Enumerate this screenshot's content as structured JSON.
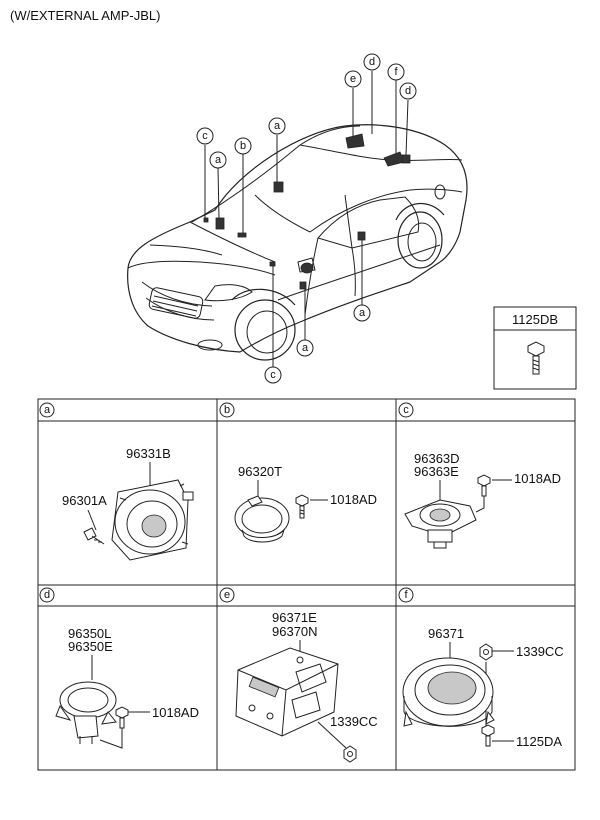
{
  "title": "(W/EXTERNAL AMP-JBL)",
  "vehicle_callouts": {
    "c_top": "c",
    "a_left": "a",
    "b": "b",
    "a_roof": "a",
    "e": "e",
    "d_top": "d",
    "f": "f",
    "d_right": "d",
    "a_door": "a",
    "a_bottom": "a",
    "c_bottom": "c"
  },
  "inset": {
    "part_number": "1125DB"
  },
  "panels": [
    {
      "letter": "a",
      "parts": [
        "96331B",
        "96301A"
      ]
    },
    {
      "letter": "b",
      "parts": [
        "96320T",
        "1018AD"
      ]
    },
    {
      "letter": "c",
      "parts": [
        "96363D",
        "96363E",
        "1018AD"
      ]
    },
    {
      "letter": "d",
      "parts": [
        "96350L",
        "96350E",
        "1018AD"
      ]
    },
    {
      "letter": "e",
      "parts": [
        "96371E",
        "96370N",
        "1339CC"
      ]
    },
    {
      "letter": "f",
      "parts": [
        "96371",
        "1339CC",
        "1125DA"
      ]
    }
  ]
}
